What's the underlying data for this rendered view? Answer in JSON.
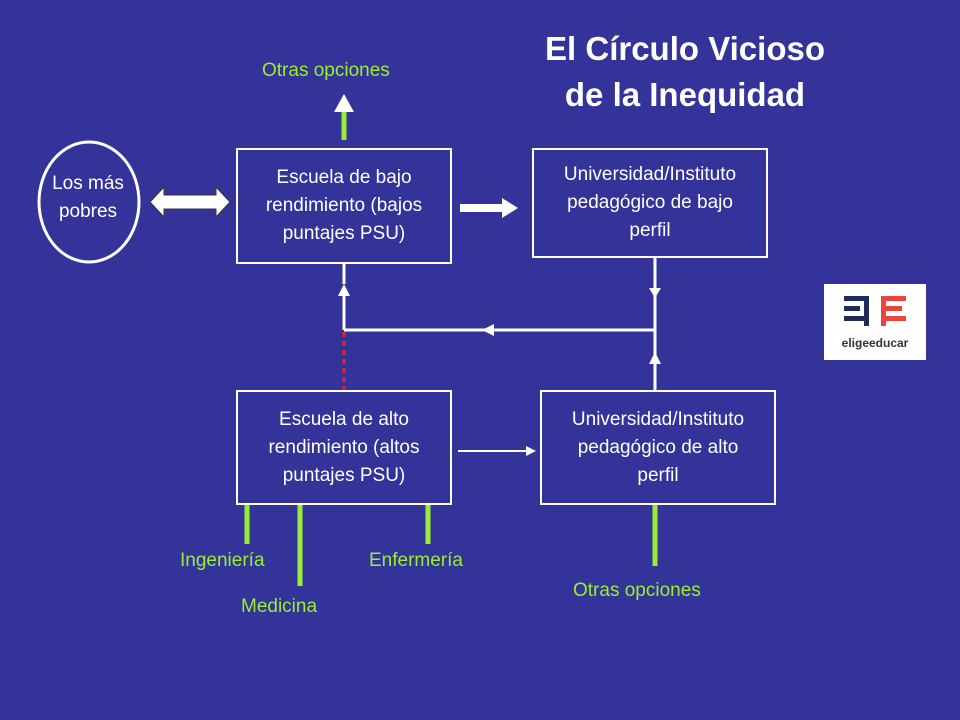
{
  "title": {
    "line1": "El Círculo Vicioso",
    "line2": "de la Inequidad"
  },
  "nodes": {
    "poorest": {
      "line1": "Los más",
      "line2": "pobres"
    },
    "low_school": {
      "line1": "Escuela de bajo",
      "line2": "rendimiento (bajos",
      "line3": "puntajes PSU)"
    },
    "low_university": {
      "line1": "Universidad/Instituto",
      "line2": "pedagógico de bajo",
      "line3": "perfil"
    },
    "high_school": {
      "line1": "Escuela de alto",
      "line2": "rendimiento (altos",
      "line3": "puntajes PSU)"
    },
    "high_university": {
      "line1": "Universidad/Instituto",
      "line2": "pedagógico de alto",
      "line3": "perfil"
    }
  },
  "outcomes": {
    "other_options_top": "Otras opciones",
    "other_options_bottom": "Otras opciones",
    "engineering": "Ingeniería",
    "medicine": "Medicina",
    "nursing": "Enfermería"
  },
  "logo": {
    "text": "eligeeducar",
    "colors": {
      "navy": "#1f2b5c",
      "red": "#e8453c"
    }
  },
  "colors": {
    "background": "#333399",
    "lines": "#ffffff",
    "outcome_arrows": "#99ee33",
    "dashed_link": "#ee2222"
  }
}
